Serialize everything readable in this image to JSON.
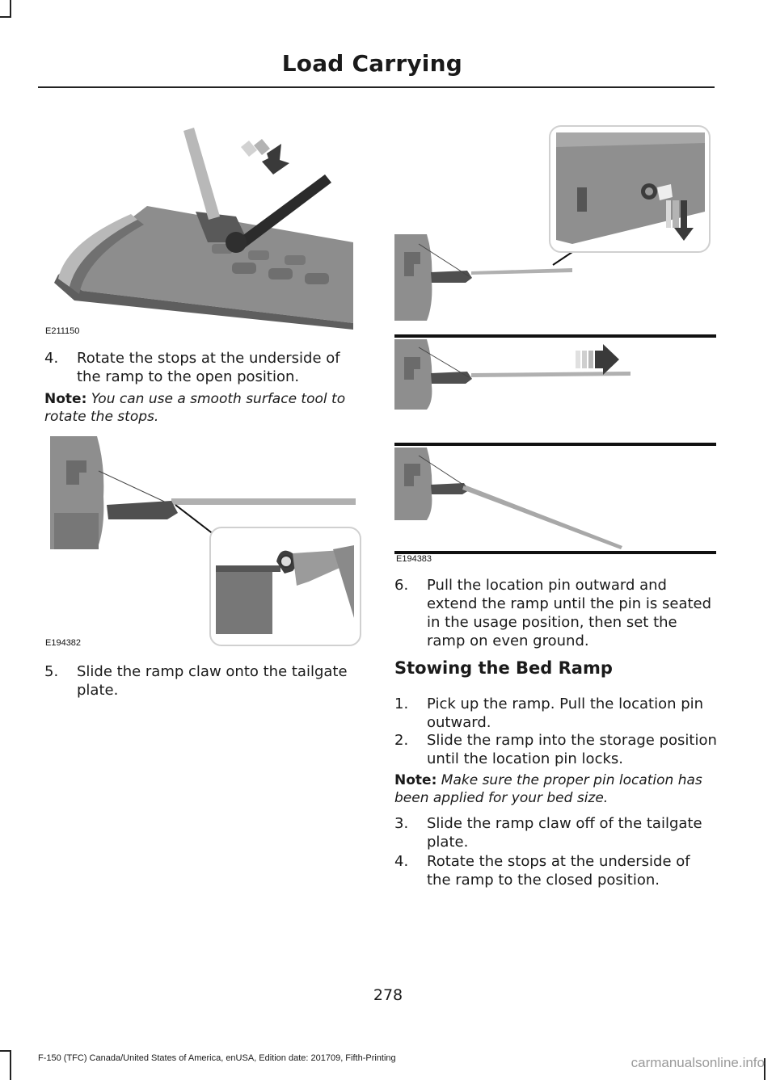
{
  "header": {
    "title": "Load Carrying"
  },
  "figures": {
    "fig1": {
      "code": "E211150"
    },
    "fig2": {
      "code": "E194382"
    },
    "fig3": {
      "code": "E194383"
    }
  },
  "left": {
    "step4": {
      "num": "4.",
      "text": "Rotate the stops at the underside of the ramp to the open position."
    },
    "note1": {
      "label": "Note:",
      "text": "You can use a smooth surface tool to rotate the stops."
    },
    "step5": {
      "num": "5.",
      "text": "Slide the ramp claw onto the tailgate plate."
    }
  },
  "right": {
    "step6": {
      "num": "6.",
      "text": "Pull the location pin outward and extend the ramp until the pin is seated in the usage position, then set the ramp on even ground."
    },
    "section_heading": "Stowing the Bed Ramp",
    "stow_steps": [
      {
        "num": "1.",
        "text": "Pick up the ramp. Pull the location pin outward."
      },
      {
        "num": "2.",
        "text": "Slide the ramp into the storage position until the location pin locks."
      }
    ],
    "note2": {
      "label": "Note:",
      "text": "Make sure the proper pin location has been applied for your bed size."
    },
    "stow_steps_b": [
      {
        "num": "3.",
        "text": "Slide the ramp claw off of the tailgate plate."
      },
      {
        "num": "4.",
        "text": "Rotate the stops at the underside of the ramp to the closed position."
      }
    ]
  },
  "page_number": "278",
  "footer": "F-150 (TFC) Canada/United States of America, enUSA, Edition date: 201709, Fifth-Printing",
  "watermark": "carmanualsonline.info"
}
